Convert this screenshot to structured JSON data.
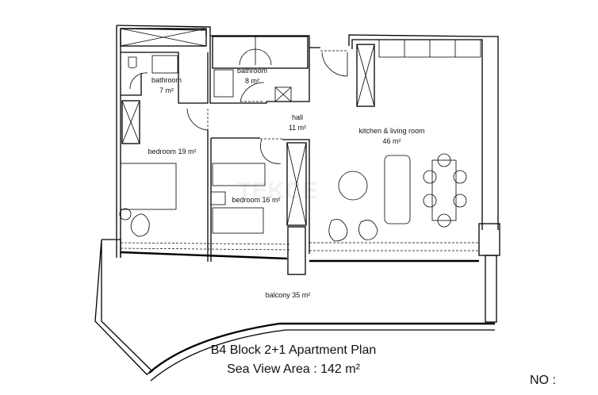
{
  "plan": {
    "rooms": {
      "bathroom_1": {
        "name": "bathroom",
        "area": "7 m²"
      },
      "bathroom_2": {
        "name": "bathroom",
        "area": "8 m²"
      },
      "hall": {
        "name": "hall",
        "area": "11 m²"
      },
      "kitchen": {
        "name": "kitchen & living room",
        "area": "46 m²"
      },
      "bedroom_1": {
        "label": "bedroom 19 m²"
      },
      "bedroom_2": {
        "label": "bedroom 16 m²"
      },
      "balcony": {
        "label": "balcony 35 m²"
      }
    },
    "title": "B4 Block 2+1 Apartment Plan",
    "subtitle": "Sea View Area : 142 m²",
    "number_label": "NO :",
    "watermark": "TEKCE"
  }
}
